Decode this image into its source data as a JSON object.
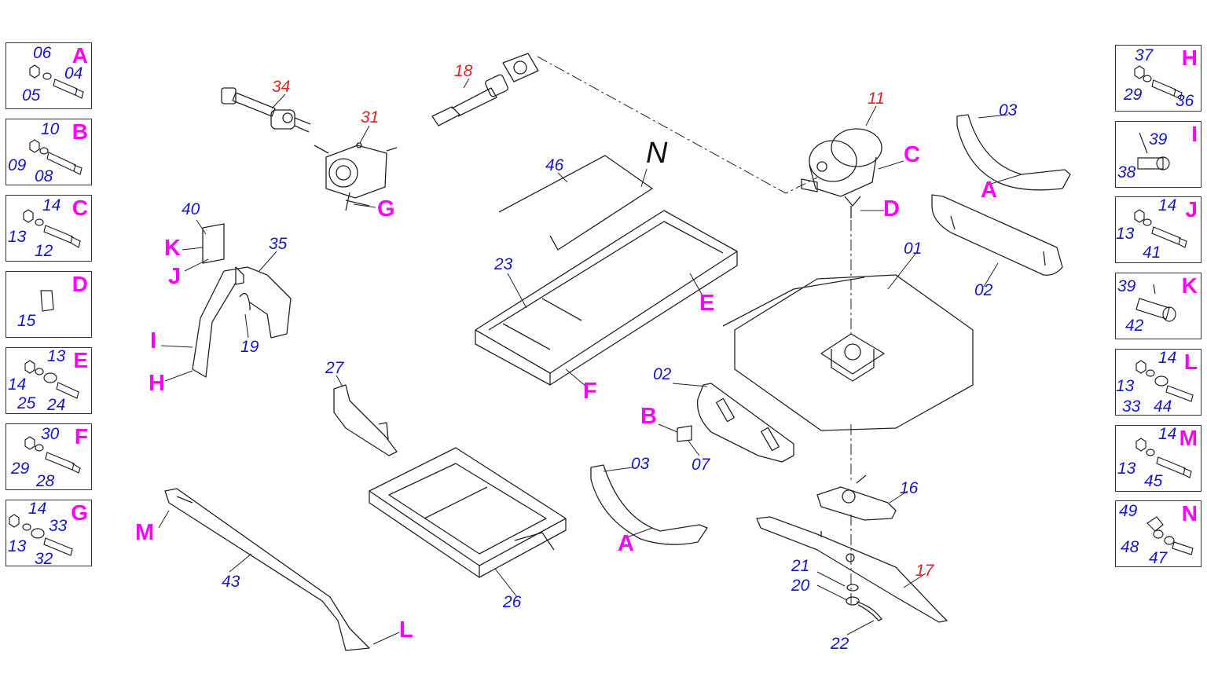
{
  "legend_boxes": {
    "A": {
      "letter": "A",
      "labels": [
        "06",
        "04",
        "05"
      ]
    },
    "B": {
      "letter": "B",
      "labels": [
        "10",
        "09",
        "08"
      ]
    },
    "C": {
      "letter": "C",
      "labels": [
        "14",
        "13",
        "12"
      ]
    },
    "D": {
      "letter": "D",
      "labels": [
        "15"
      ]
    },
    "E": {
      "letter": "E",
      "labels": [
        "13",
        "14",
        "25",
        "24"
      ]
    },
    "F": {
      "letter": "F",
      "labels": [
        "30",
        "29",
        "28"
      ]
    },
    "G": {
      "letter": "G",
      "labels": [
        "14",
        "33",
        "13",
        "32"
      ]
    },
    "H": {
      "letter": "H",
      "labels": [
        "37",
        "29",
        "36"
      ]
    },
    "I": {
      "letter": "I",
      "labels": [
        "39",
        "38"
      ]
    },
    "J": {
      "letter": "J",
      "labels": [
        "14",
        "13",
        "41"
      ]
    },
    "K": {
      "letter": "K",
      "labels": [
        "39",
        "42"
      ]
    },
    "L": {
      "letter": "L",
      "labels": [
        "14",
        "13",
        "33",
        "44"
      ]
    },
    "M": {
      "letter": "M",
      "labels": [
        "14",
        "13",
        "45"
      ]
    },
    "N": {
      "letter": "N",
      "labels": [
        "49",
        "48",
        "47"
      ]
    }
  },
  "part_labels": {
    "p34": "34",
    "p31": "31",
    "p18": "18",
    "p11": "11",
    "p17": "17",
    "p03a": "03",
    "p46": "46",
    "p40": "40",
    "p35": "35",
    "p23": "23",
    "p01": "01",
    "p02a": "02",
    "p19": "19",
    "p27": "27",
    "p02b": "02",
    "p07": "07",
    "p03b": "03",
    "p16": "16",
    "p21": "21",
    "p20": "20",
    "p22": "22",
    "p43": "43",
    "p26": "26"
  },
  "callouts": {
    "G": "G",
    "C": "C",
    "D": "D",
    "A1": "A",
    "K": "K",
    "J": "J",
    "E": "E",
    "I": "I",
    "H": "H",
    "F": "F",
    "B": "B",
    "M": "M",
    "A2": "A",
    "L": "L",
    "N": "N"
  },
  "colors": {
    "part_number": "#1515c8",
    "highlight_part": "#e01e1e",
    "callout": "#ff00ff",
    "line": "#222222"
  }
}
